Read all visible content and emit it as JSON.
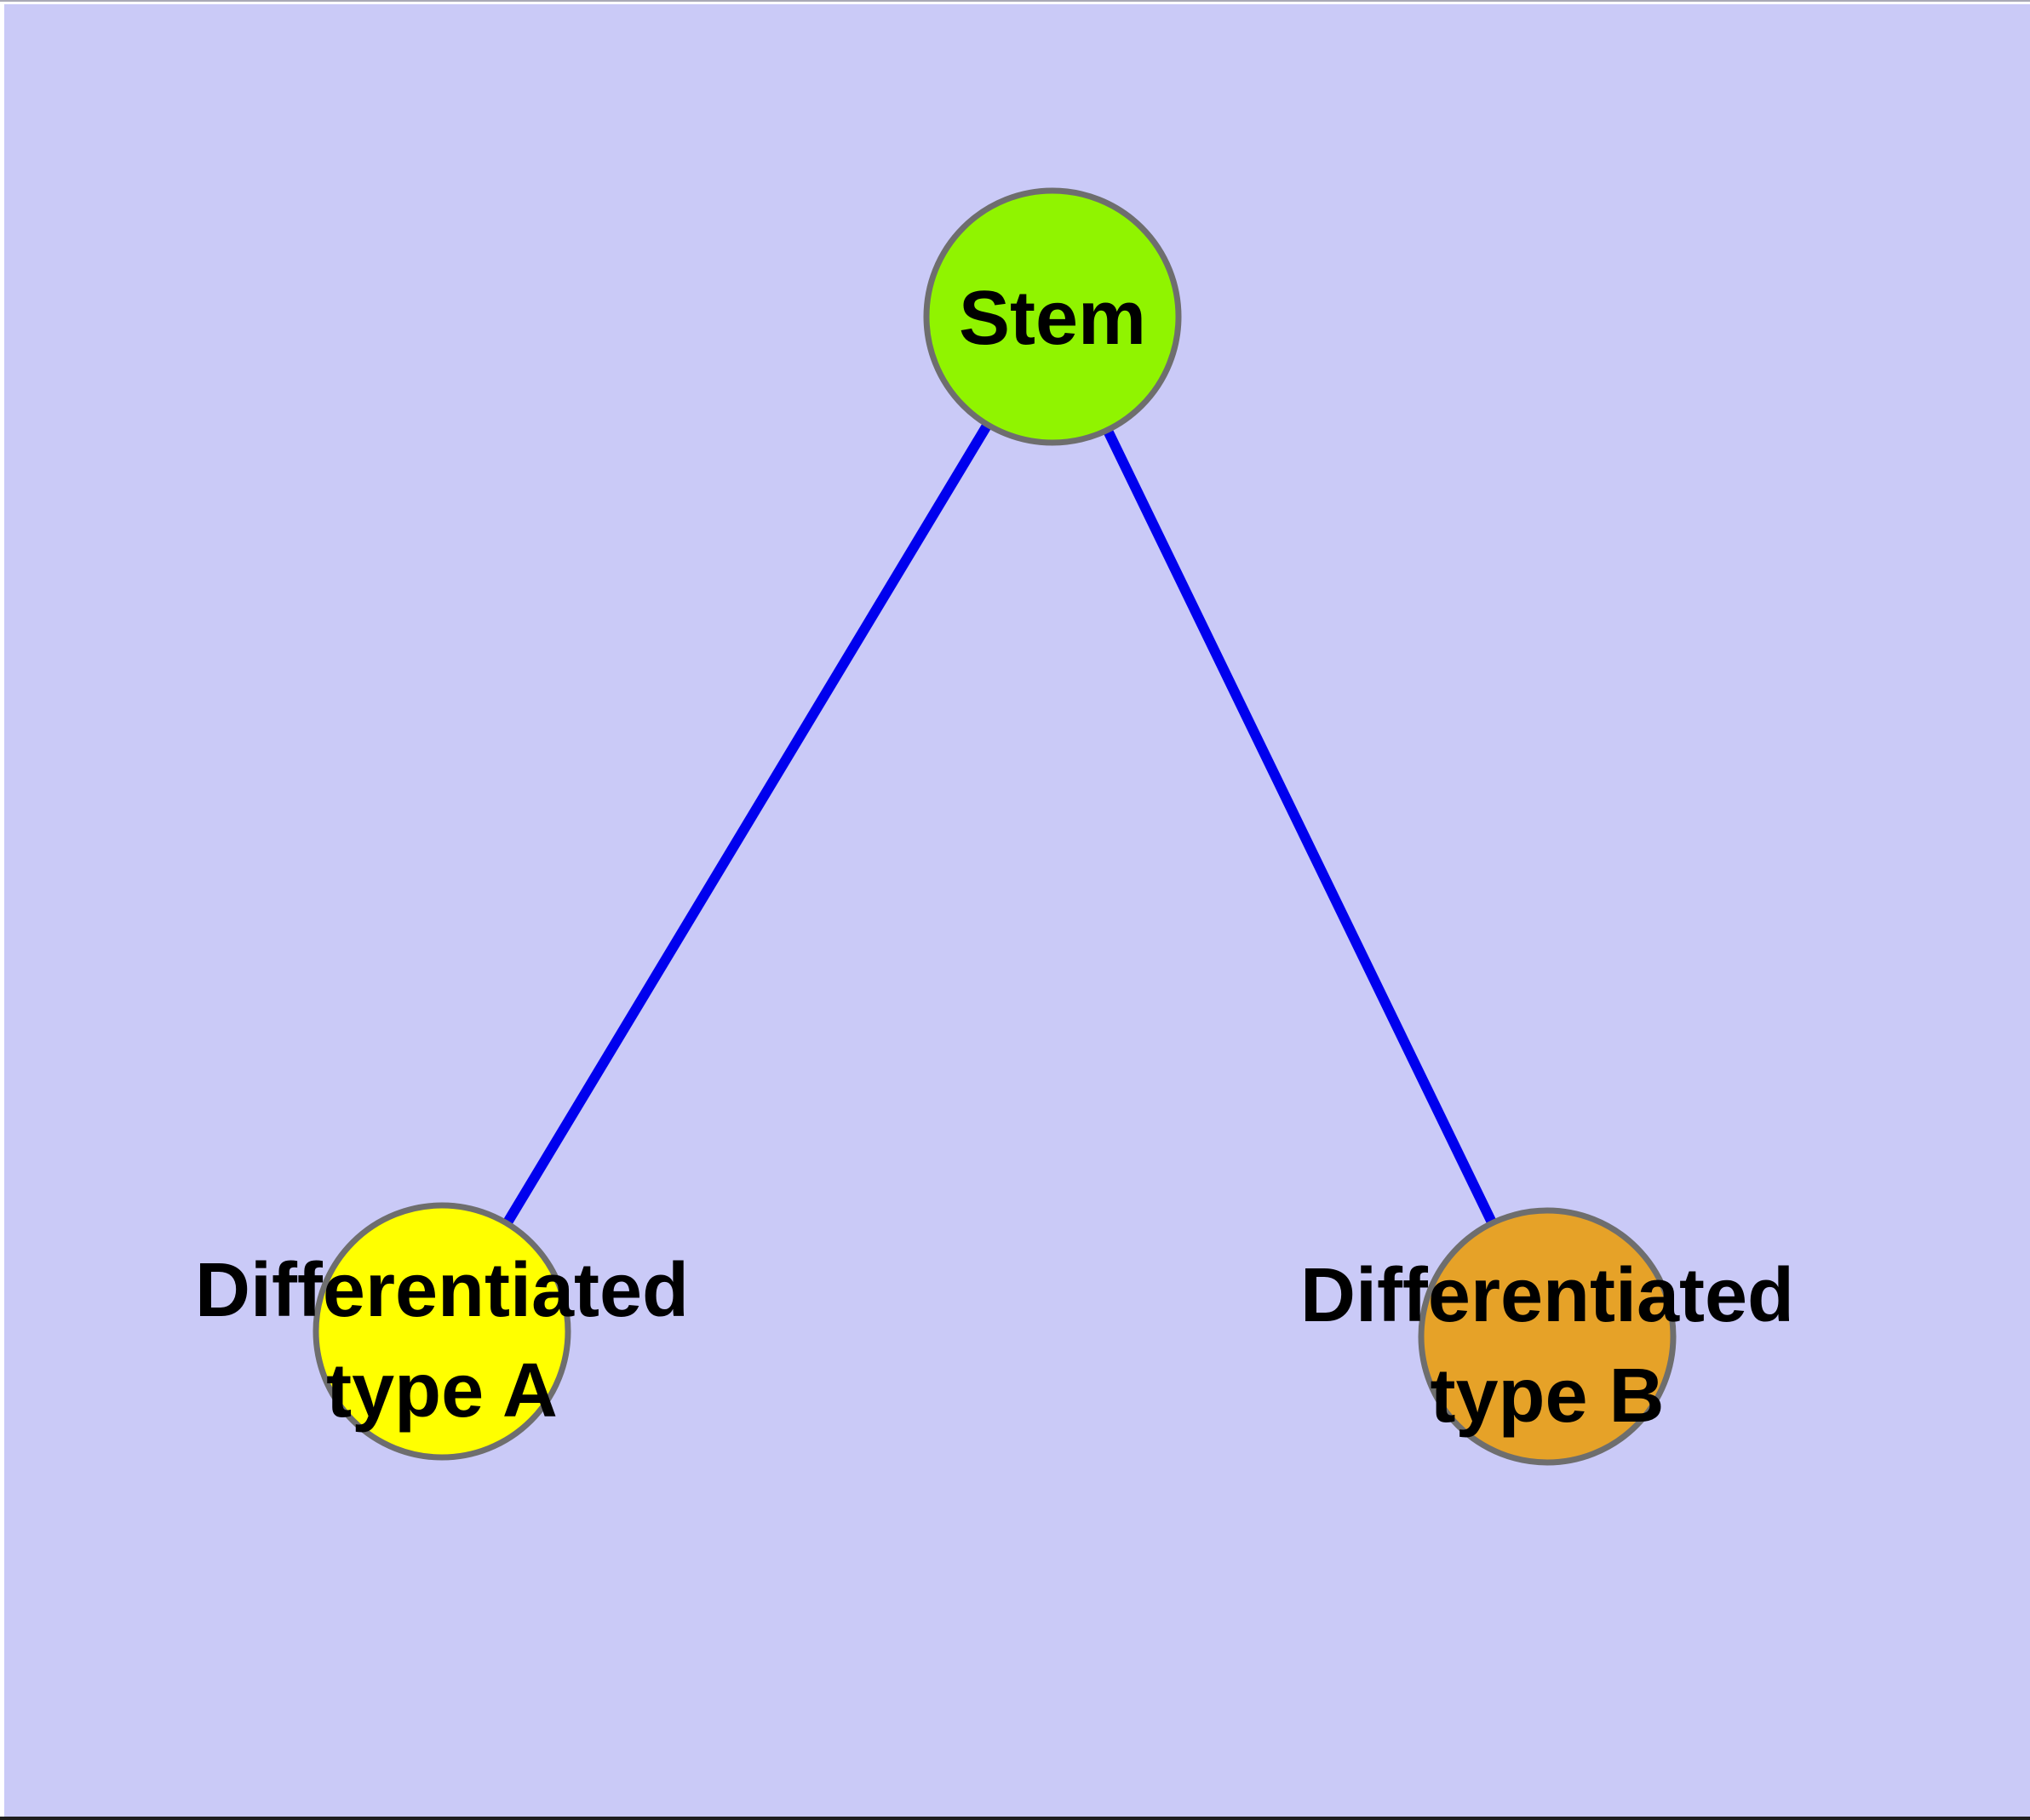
{
  "canvas": {
    "background_color": "#CACAF7",
    "frame_top_color": "#A9A9B6",
    "frame_bottom_color": "#1E1E1E",
    "margin_color": "#FFFFFF"
  },
  "graph": {
    "type": "tree",
    "description": "Stem cell differentiation hierarchy: one stem node connected to two differentiated cell-type nodes",
    "edge_color": "#0000EE",
    "node_border_color": "#6E6E6E",
    "label_color": "#000000",
    "nodes": [
      {
        "id": "stem",
        "label": "Stem",
        "label_lines": [
          "Stem"
        ],
        "fill": "#90F400"
      },
      {
        "id": "differentiated-type-a",
        "label": "Differentiated type A",
        "label_lines": [
          "Differentiated",
          "type A"
        ],
        "fill": "#FFFF00"
      },
      {
        "id": "differentiated-type-b",
        "label": "Differentiated type B",
        "label_lines": [
          "Differentiated",
          "type B"
        ],
        "fill": "#E6A228"
      }
    ],
    "edges": [
      {
        "from": "stem",
        "to": "differentiated-type-a"
      },
      {
        "from": "stem",
        "to": "differentiated-type-b"
      }
    ]
  }
}
